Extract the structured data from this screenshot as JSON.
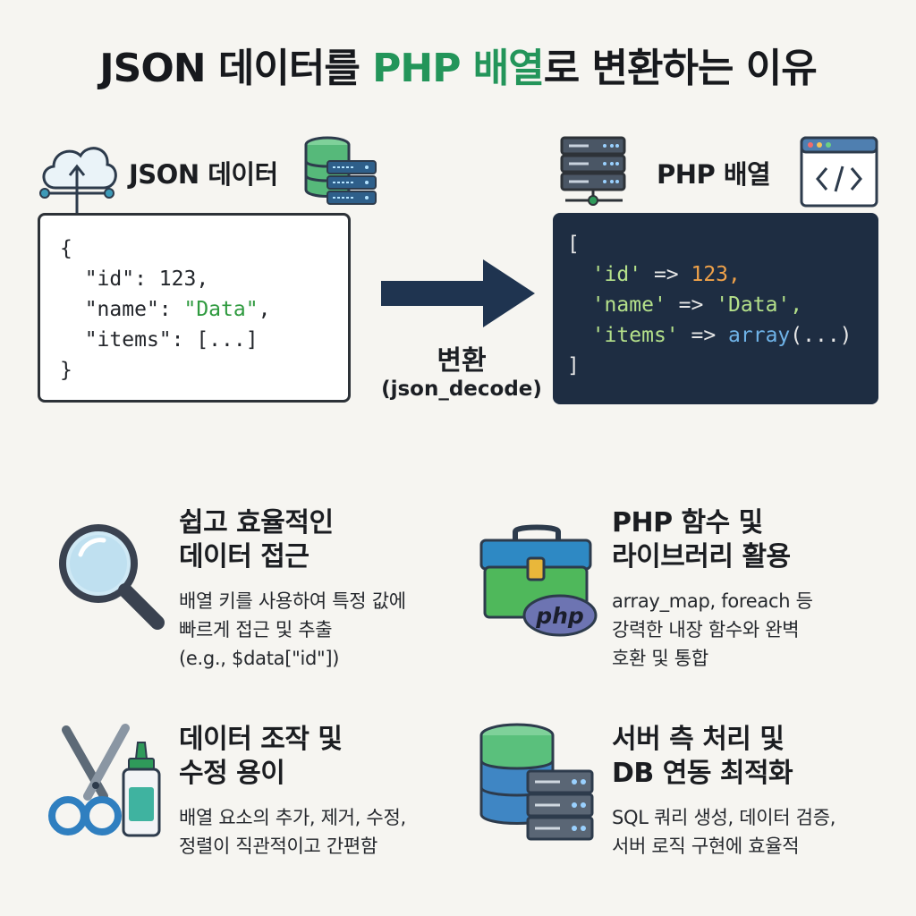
{
  "title": {
    "part1": "JSON 데이터를 ",
    "highlight": "PHP 배열",
    "part2": "로 변환하는 이유"
  },
  "diagram": {
    "json_label": "JSON 데이터",
    "php_label": "PHP 배열",
    "arrow_label": "변환",
    "arrow_sublabel": "(json_decode)",
    "json_code": {
      "open": "{",
      "line1_key": "\"id\": ",
      "line1_val": "123,",
      "line2_key": "\"name\": ",
      "line2_val": "\"Data\"",
      "line2_end": ",",
      "line3": "\"items\": [...]",
      "close": "}"
    },
    "php_code": {
      "open": "[",
      "line1_key": "'id'",
      "line1_arrow": " => ",
      "line1_val": "123,",
      "line2_key": "'name'",
      "line2_arrow": " => ",
      "line2_val": "'Data',",
      "line3_key": "'items'",
      "line3_arrow": " => ",
      "line3_fn": "array",
      "line3_rest": "(...)",
      "close": "]"
    }
  },
  "features": [
    {
      "icon": "magnifier-icon",
      "title_l1": "쉽고 효율적인",
      "title_l2": "데이터 접근",
      "desc_l1": "배열 키를 사용하여 특정 값에",
      "desc_l2": "빠르게 접근 및 추출",
      "desc_l3": "(e.g., $data[\"id\"])"
    },
    {
      "icon": "php-toolbox-icon",
      "title_l1": "PHP 함수 및",
      "title_l2": "라이브러리 활용",
      "desc_l1": "array_map, foreach 등",
      "desc_l2": "강력한 내장 함수와 완벽",
      "desc_l3": "호환 및 통합",
      "badge": "php"
    },
    {
      "icon": "scissors-glue-icon",
      "title_l1": "데이터 조작 및",
      "title_l2": "수정 용이",
      "desc_l1": "배열 요소의 추가, 제거, 수정,",
      "desc_l2": "정렬이 직관적이고 간편함"
    },
    {
      "icon": "database-server-icon",
      "title_l1": "서버 측 처리 및",
      "title_l2": "DB 연동 최적화",
      "desc_l1": "SQL 쿼리 생성, 데이터 검증,",
      "desc_l2": "서버 로직 구현에 효율적"
    }
  ],
  "colors": {
    "accent_green": "#23955a",
    "php_bg": "#1e2d42",
    "arrow": "#1f3450"
  }
}
